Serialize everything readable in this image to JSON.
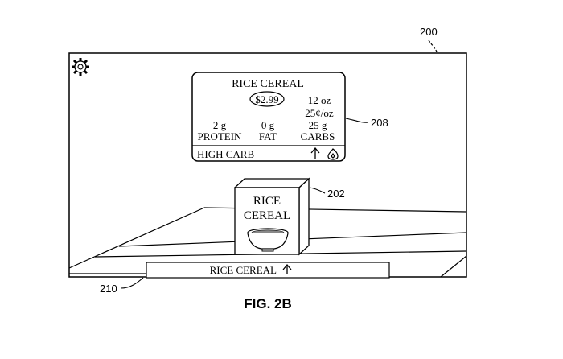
{
  "figure": {
    "ref_screen": "200",
    "ref_info_card": "208",
    "ref_product": "202",
    "ref_shelf_label": "210",
    "caption": "FIG. 2B"
  },
  "screen": {
    "settings_icon": "gear-icon"
  },
  "info_card": {
    "title": "RICE CEREAL",
    "price": "$2.99",
    "size": "12 oz",
    "unit_price": "25¢/oz",
    "nutrients": [
      {
        "amount": "2 g",
        "label": "PROTEIN"
      },
      {
        "amount": "0 g",
        "label": "FAT"
      },
      {
        "amount": "25 g",
        "label": "CARBS"
      }
    ],
    "footer_label": "HIGH CARB",
    "footer_icons": [
      "up-arrow-icon",
      "flame-icon"
    ]
  },
  "product": {
    "box_line1": "RICE",
    "box_line2": "CEREAL",
    "box_icon": "cereal-bowl-icon"
  },
  "shelf_label": {
    "text": "RICE CEREAL",
    "icon": "up-arrow-icon"
  }
}
